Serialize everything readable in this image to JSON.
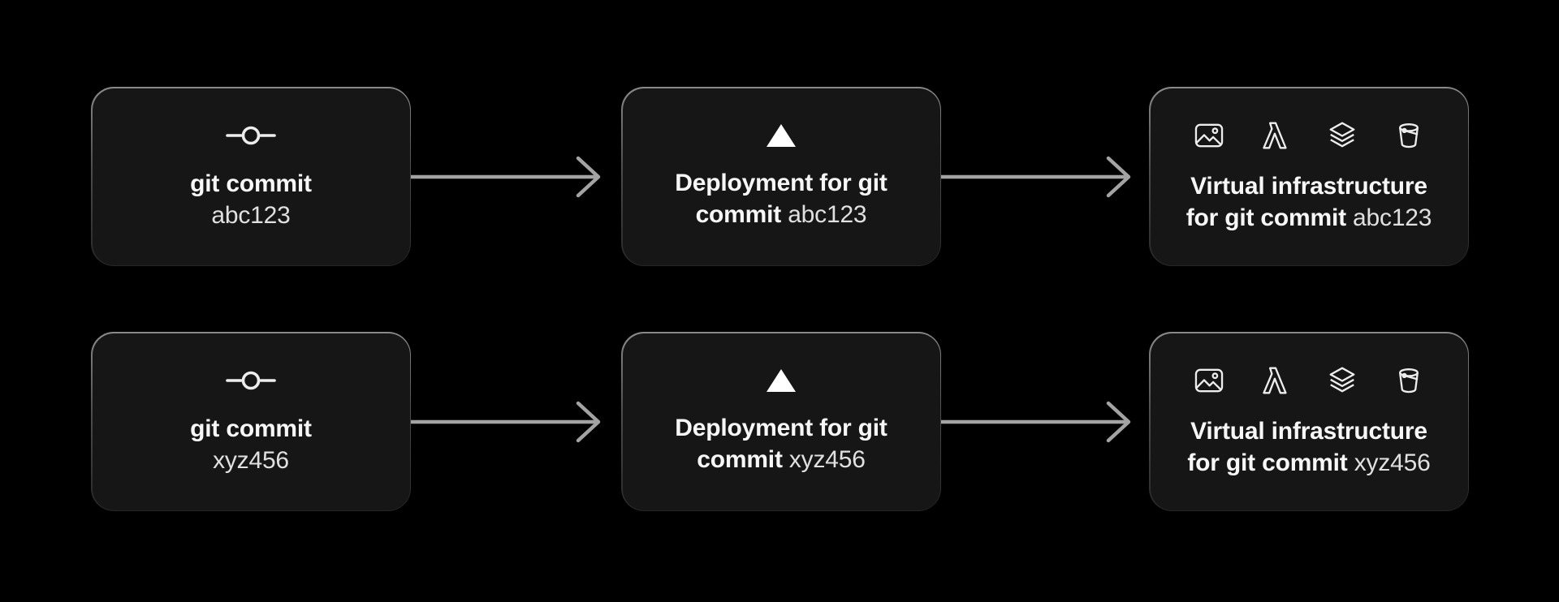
{
  "diagram": {
    "background": "#000000",
    "card_background": "#161616",
    "card_border_top": "#8a8a8a",
    "card_border_bottom": "#262626",
    "arrow_color": "#a3a3a3",
    "text_primary": "#f7f7f7",
    "text_secondary": "#e0e0e0",
    "icon_color": "#ededed"
  },
  "rows": [
    {
      "name": "pipeline-abc123",
      "commit_node": {
        "icon": "git-commit-icon",
        "title": "git commit",
        "subtitle": "abc123"
      },
      "deployment_node": {
        "icon": "vercel-triangle-icon",
        "line1": "Deployment for git",
        "line2_bold": "commit",
        "line2_rest": " abc123"
      },
      "infra_node": {
        "icons": [
          "image-icon",
          "lambda-icon",
          "layers-icon",
          "bucket-icon"
        ],
        "line1": "Virtual infrastructure",
        "line2_bold": "for git commit",
        "line2_rest": " abc123"
      }
    },
    {
      "name": "pipeline-xyz456",
      "commit_node": {
        "icon": "git-commit-icon",
        "title": "git commit",
        "subtitle": "xyz456"
      },
      "deployment_node": {
        "icon": "vercel-triangle-icon",
        "line1": "Deployment for git",
        "line2_bold": "commit",
        "line2_rest": " xyz456"
      },
      "infra_node": {
        "icons": [
          "image-icon",
          "lambda-icon",
          "layers-icon",
          "bucket-icon"
        ],
        "line1": "Virtual infrastructure",
        "line2_bold": "for git commit",
        "line2_rest": " xyz456"
      }
    }
  ]
}
